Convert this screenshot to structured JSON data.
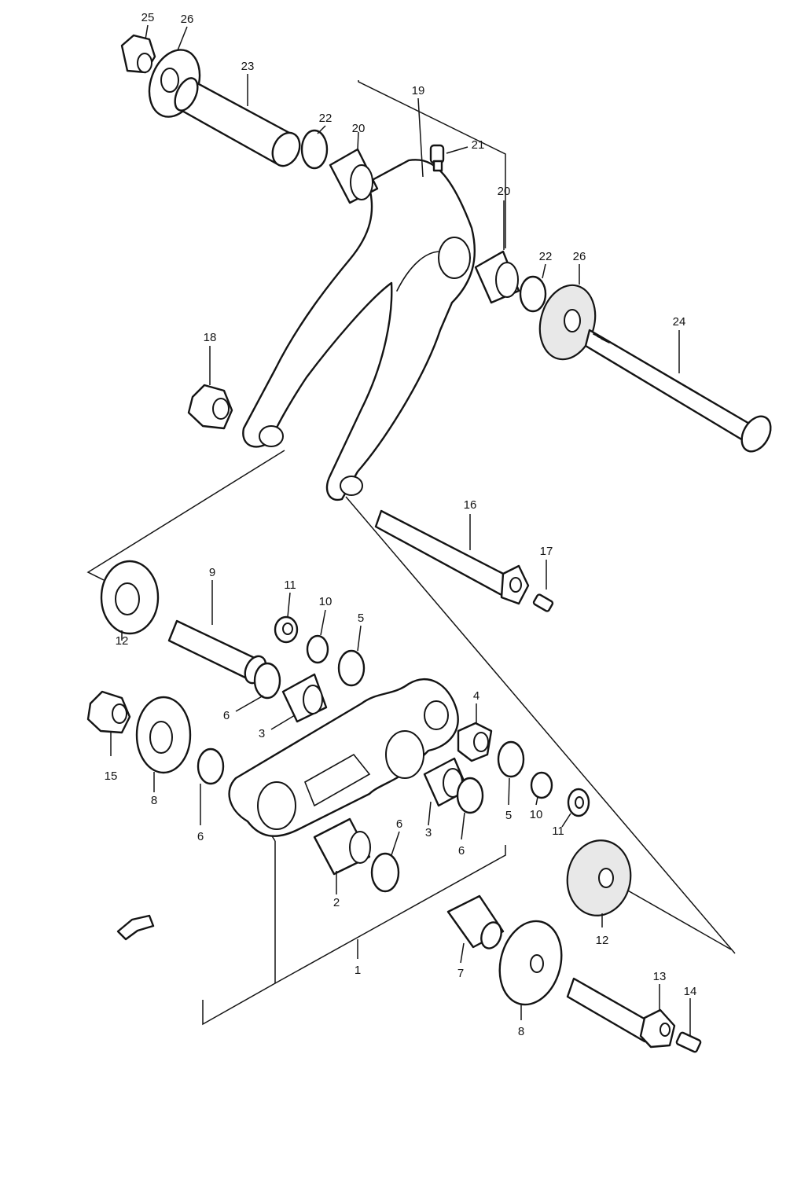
{
  "diagram": {
    "callouts": [
      "25",
      "26",
      "23",
      "22",
      "20",
      "19",
      "21",
      "20",
      "22",
      "26",
      "24",
      "18",
      "16",
      "17",
      "12",
      "9",
      "11",
      "10",
      "5",
      "6",
      "3",
      "4",
      "15",
      "8",
      "6",
      "6",
      "3",
      "6",
      "5",
      "10",
      "11",
      "2",
      "12",
      "1",
      "7",
      "8",
      "13",
      "14"
    ]
  },
  "colors": {
    "ink": "#141414",
    "paper": "#ffffff"
  }
}
